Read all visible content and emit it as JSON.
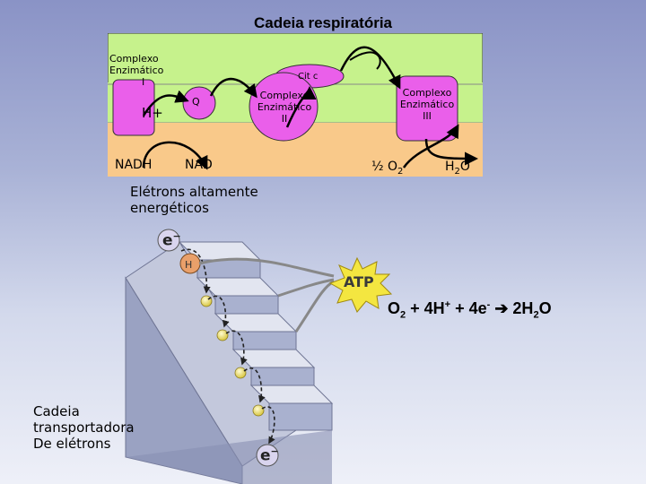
{
  "title": "Cadeia respiratória",
  "membrane": {
    "complex1_line1": "Complexo",
    "complex1_line2": "Enzimático",
    "complex1_num": "I",
    "complex2_line1": "Complexo",
    "complex2_line2": "Enzimático",
    "complex2_num": "II",
    "complex3_line1": "Complexo",
    "complex3_line2": "Enzimático",
    "complex3_num": "III",
    "q_label": "Q",
    "cytc_label": "Cit c",
    "hplus": "H+",
    "nadh": "NADH",
    "nad": "NAD",
    "half_o2": "½ O",
    "half_o2_sub": "2",
    "h2o_h": "H",
    "h2o_sub": "2",
    "h2o_o": "O"
  },
  "staircase": {
    "high_energy_line1": "Elétrons altamente",
    "high_energy_line2": "energéticos",
    "e_top": "e",
    "e_bottom": "e",
    "e_sup": "−",
    "h_label": "H",
    "atp": "ATP",
    "chain_line1": "Cadeia",
    "chain_line2": "transportadora",
    "chain_line3": "De elétrons"
  },
  "equation": {
    "o": "O",
    "o_sub": "2",
    "plus1": " + 4H",
    "h_sup": "+",
    "plus2": " + 4e",
    "e_sup": "-",
    "arrow": " ➔ ",
    "h2o_pre": "2H",
    "h2o_sub": "2",
    "h2o_post": "O"
  },
  "colors": {
    "background_top": "#8a93c6",
    "membrane_green": "#c6f28c",
    "cytosol_orange": "#f9c98a",
    "complex_magenta": "#ea5fea",
    "stair_top": "#dfe2ee",
    "stair_front": "#a9b1cf",
    "electron_yellow": "#e8e070"
  }
}
